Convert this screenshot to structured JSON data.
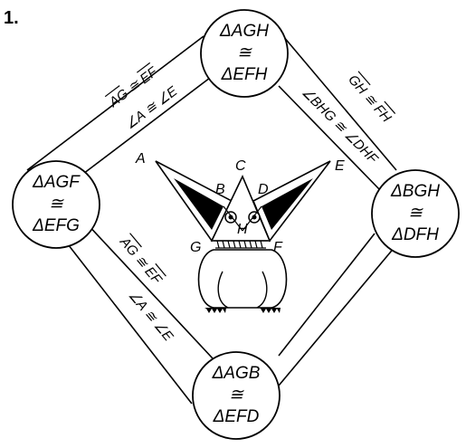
{
  "problem_number": "1.",
  "nodes": {
    "top": {
      "line1": "ΔAGH",
      "line2": "≅",
      "line3": "ΔEFH"
    },
    "left": {
      "line1": "ΔAGF",
      "line2": "≅",
      "line3": "ΔEFG"
    },
    "right": {
      "line1": "ΔBGH",
      "line2": "≅",
      "line3": "ΔDFH"
    },
    "bottom": {
      "line1": "ΔAGB",
      "line2": "≅",
      "line3": "ΔEFD"
    }
  },
  "edges": {
    "top_left_outer": "AG ≅ EF",
    "top_left_inner": "∠A ≅ ∠E",
    "top_right_outer": "GH ≅ FH",
    "top_right_inner": "∠BHG ≅ ∠DHF",
    "bottom_left_outer": "AG ≅ EF",
    "bottom_left_inner": "∠A ≅ ∠E"
  },
  "points": {
    "A": "A",
    "B": "B",
    "C": "C",
    "D": "D",
    "E": "E",
    "F": "F",
    "G": "G",
    "H": "H"
  }
}
